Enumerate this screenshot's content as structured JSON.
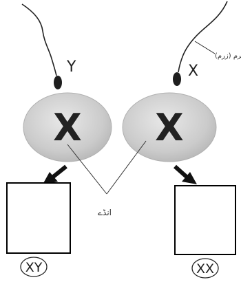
{
  "diagram": {
    "sperm_left_label": "Y",
    "sperm_right_label": "X",
    "sperm_annotation": "سپرم (زرم)",
    "egg_left_label": "X",
    "egg_right_label": "X",
    "egg_annotation": "انڈے",
    "result_left_label": "XY",
    "result_right_label": "XX"
  },
  "colors": {
    "egg_fill": "#c8c8c8",
    "egg_highlight": "#e6e6e6",
    "ink": "#222222",
    "box_border": "#000000",
    "box_fill": "#ffffff"
  }
}
